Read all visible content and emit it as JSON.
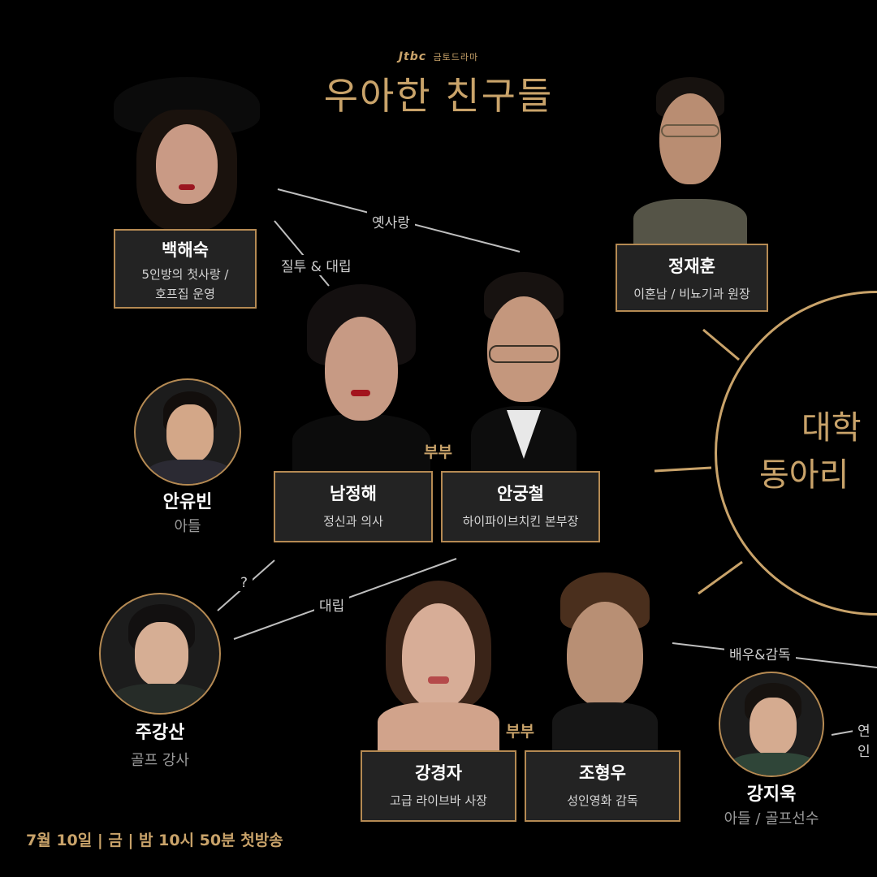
{
  "header": {
    "broadcaster_logo": "Jtbc",
    "broadcaster_slot": "금토드라마",
    "title": "우아한 친구들"
  },
  "characters": {
    "baek": {
      "name": "백해숙",
      "role_line1": "5인방의 첫사랑 /",
      "role_line2": "호프집 운영"
    },
    "jung": {
      "name": "정재훈",
      "role_line1": "이혼남 / 비뇨기과 원장"
    },
    "nam": {
      "name": "남정해",
      "role_line1": "정신과 의사"
    },
    "ahn": {
      "name": "안궁철",
      "role_line1": "하이파이브치킨 본부장"
    },
    "kang_k": {
      "name": "강경자",
      "role_line1": "고급 라이브바 사장"
    },
    "jo": {
      "name": "조형우",
      "role_line1": "성인영화 감독"
    },
    "ahn_yb": {
      "name": "안유빈",
      "role_line1": "아들"
    },
    "ju": {
      "name": "주강산",
      "role_line1": "골프 강사"
    },
    "kang_j": {
      "name": "강지욱",
      "role_line1": "아들 / 골프선수"
    }
  },
  "relations": {
    "old_love": "옛사랑",
    "jealousy": "질투 & 대립",
    "couple1": "부부",
    "couple2": "부부",
    "question": "?",
    "conflict": "대립",
    "actor_director": "배우&감독",
    "romance_partial": "연인"
  },
  "club": {
    "line1": "대학",
    "line2": "동아리"
  },
  "broadcast_info": "7월 10일 | 금 | 밤 10시 50분 첫방송",
  "colors": {
    "gold": "#c9a36a",
    "card_border": "#b58a53",
    "card_bg": "#232323",
    "background": "#000000"
  }
}
